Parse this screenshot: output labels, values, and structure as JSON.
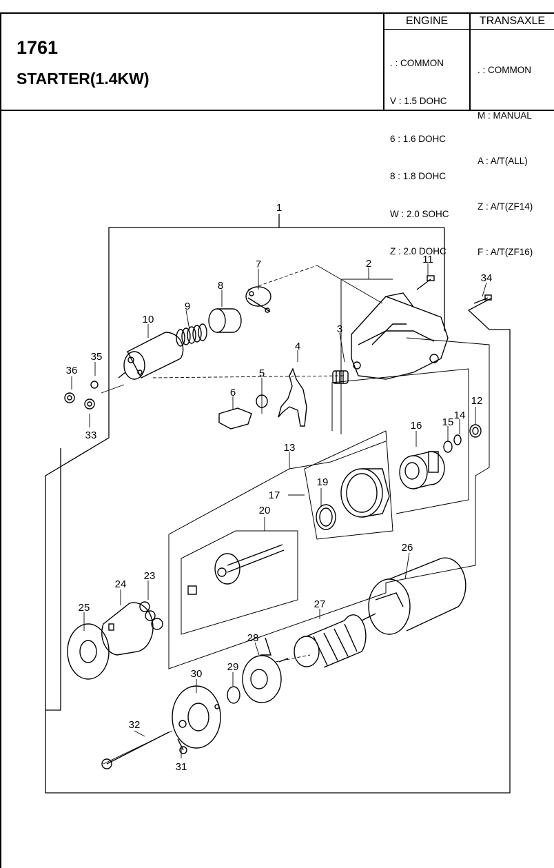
{
  "header": {
    "code": "1761",
    "title": "STARTER(1.4KW)",
    "engine_heading": "ENGINE",
    "transaxle_heading": "TRANSAXLE",
    "engine_options": [
      ". : COMMON",
      "V : 1.5 DOHC",
      "6 : 1.6 DOHC",
      "8 : 1.8 DOHC",
      "W : 2.0 SOHC",
      "Z : 2.0 DOHC"
    ],
    "transaxle_options": [
      ". : COMMON",
      "M : MANUAL",
      "A : A/T(ALL)",
      "Z : A/T(ZF14)",
      "F : A/T(ZF16)"
    ]
  },
  "callouts": [
    "1",
    "2",
    "3",
    "4",
    "5",
    "6",
    "7",
    "8",
    "9",
    "10",
    "11",
    "12",
    "13",
    "14",
    "15",
    "16",
    "17",
    "19",
    "20",
    "23",
    "24",
    "25",
    "26",
    "27",
    "28",
    "29",
    "30",
    "31",
    "32",
    "33",
    "34",
    "35",
    "36"
  ]
}
